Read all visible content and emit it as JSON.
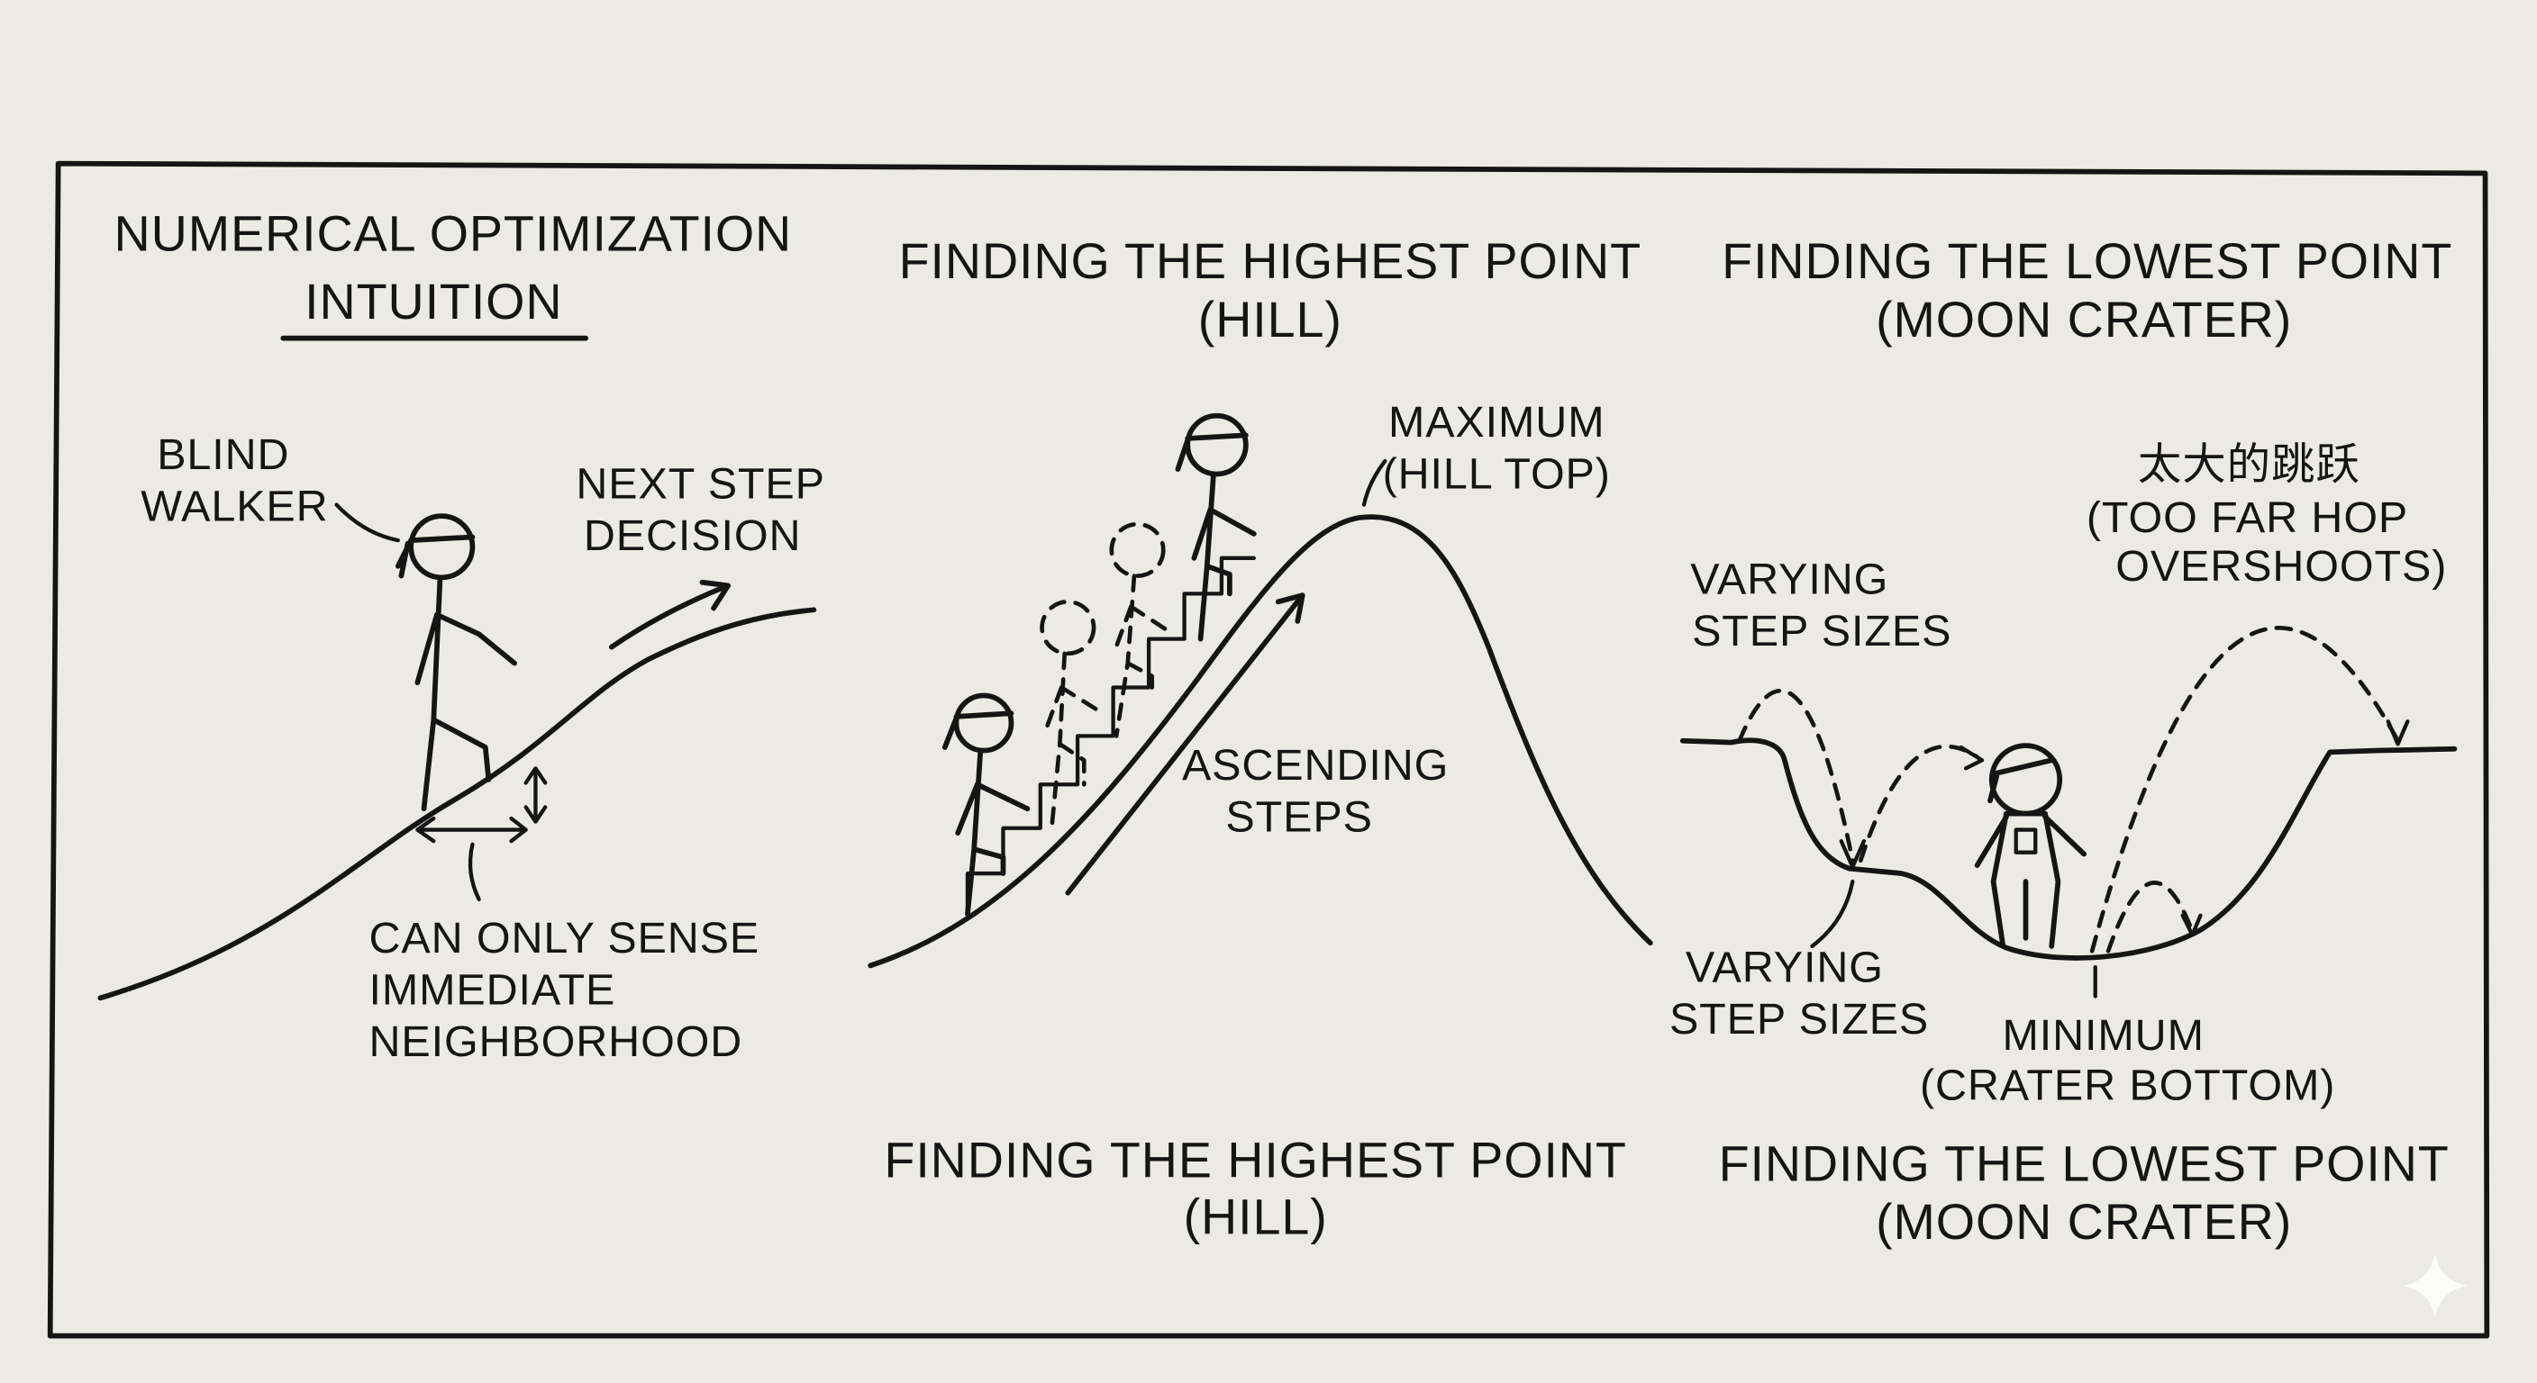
{
  "left_panel": {
    "title_line1": "NUMERICAL OPTIMIZATION",
    "title_line2": "INTUITION",
    "blind_walker": [
      "BLIND",
      "WALKER"
    ],
    "next_step": [
      "NEXT STEP",
      "DECISION"
    ],
    "sense": [
      "CAN ONLY SENSE",
      "IMMEDIATE",
      "NEIGHBORHOOD"
    ]
  },
  "middle_panel": {
    "title_line1": "FINDING THE HIGHEST POINT",
    "title_line2": "(HILL)",
    "maximum": [
      "MAXIMUM",
      "(HILL TOP)"
    ],
    "ascending": [
      "ASCENDING",
      "STEPS"
    ],
    "bottom_title_line1": "FINDING THE HIGHEST POINT",
    "bottom_title_line2": "(HILL)"
  },
  "right_panel": {
    "title_line1": "FINDING THE LOWEST POINT",
    "title_line2": "(MOON CRATER)",
    "varying_top": [
      "VARYING",
      "STEP SIZES"
    ],
    "overshoot": [
      "太大的跳跃",
      "(TOO FAR HOP",
      "OVERSHOOTS)"
    ],
    "varying_bottom": [
      "VARYING",
      "STEP SIZES"
    ],
    "minimum": [
      "MINIMUM",
      "(CRATER BOTTOM)"
    ],
    "bottom_title_line1": "FINDING THE LOWEST POINT",
    "bottom_title_line2": "(MOON CRATER)"
  }
}
